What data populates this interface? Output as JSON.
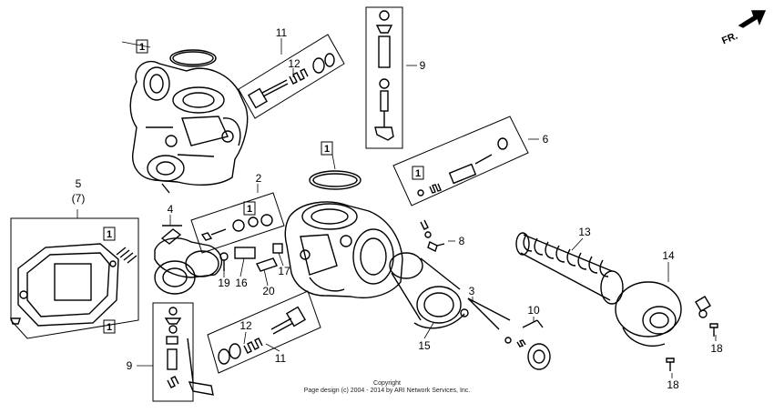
{
  "labels": {
    "l11_top": "11",
    "l12_top": "12",
    "l9_top": "9",
    "l6": "6",
    "l5": "5",
    "l7": "(7)",
    "l4": "4",
    "l2": "2",
    "l8": "8",
    "l13": "13",
    "l14": "14",
    "l3": "3",
    "l10": "10",
    "l19": "19",
    "l16": "16",
    "l17": "17",
    "l20": "20",
    "l15": "15",
    "l12_bot": "12",
    "l11_bot": "11",
    "l9_bot": "9",
    "l18_a": "18",
    "l18_b": "18"
  },
  "refs": {
    "r1": "1",
    "r2": "1",
    "r3": "1",
    "r4": "1",
    "r5": "1",
    "r6": "1"
  },
  "direction": "FR.",
  "copyright": {
    "line1": "Copyright",
    "line2": "Page design (c) 2004 - 2014 by ARI Network Services, Inc."
  }
}
